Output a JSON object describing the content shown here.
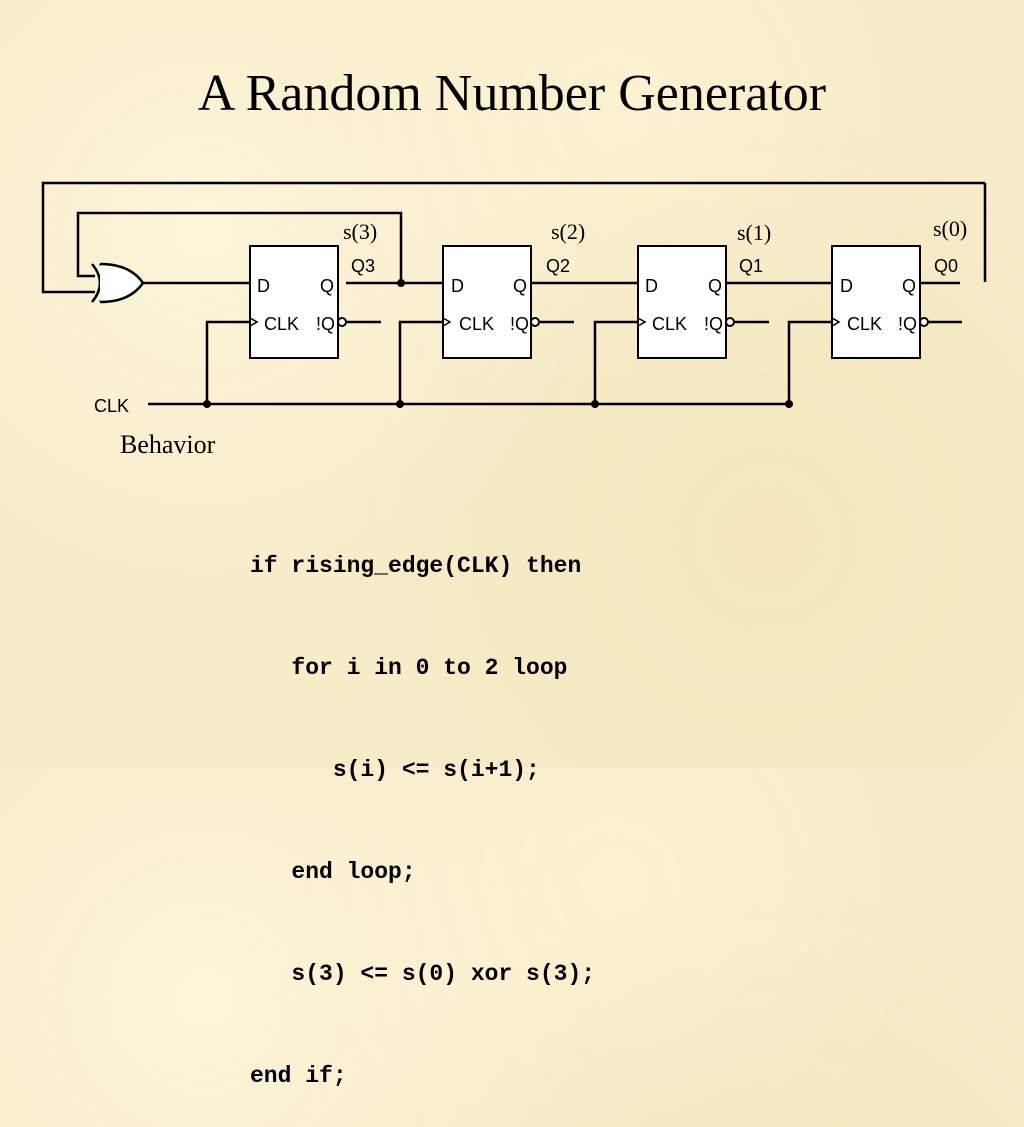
{
  "title": "A Random Number Generator",
  "diagram": {
    "signals": [
      "s(3)",
      "s(2)",
      "s(1)",
      "s(0)"
    ],
    "outputs": [
      "Q3",
      "Q2",
      "Q1",
      "Q0"
    ],
    "ff_d": "D",
    "ff_q": "Q",
    "ff_clk": "CLK",
    "ff_nq": "!Q",
    "clock_label": "CLK"
  },
  "behavior_label": "Behavior",
  "code": [
    "if rising_edge(CLK) then",
    "   for i in 0 to 2 loop",
    "      s(i) <= s(i+1);",
    "   end loop;",
    "   s(3) <= s(0) xor s(3);",
    "end if;"
  ]
}
